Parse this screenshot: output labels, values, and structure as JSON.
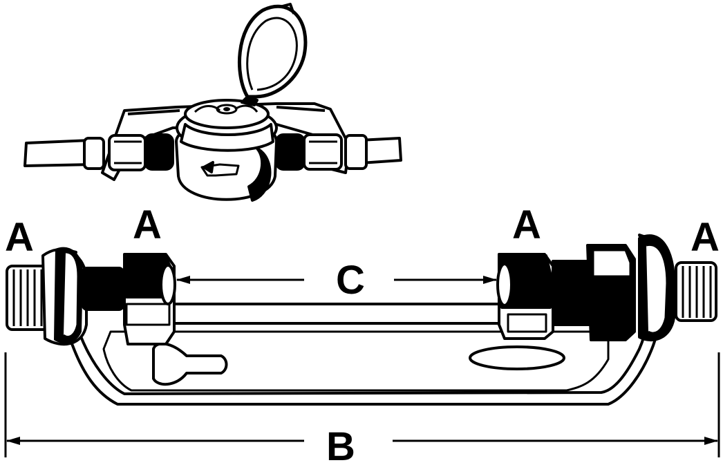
{
  "labels": {
    "a_outer_left": "A",
    "a_inner_left": "A",
    "a_inner_right": "A",
    "a_outer_right": "A",
    "dim_c": "C",
    "dim_b": "B"
  },
  "colors": {
    "ink": "#000000",
    "paper": "#ffffff"
  }
}
